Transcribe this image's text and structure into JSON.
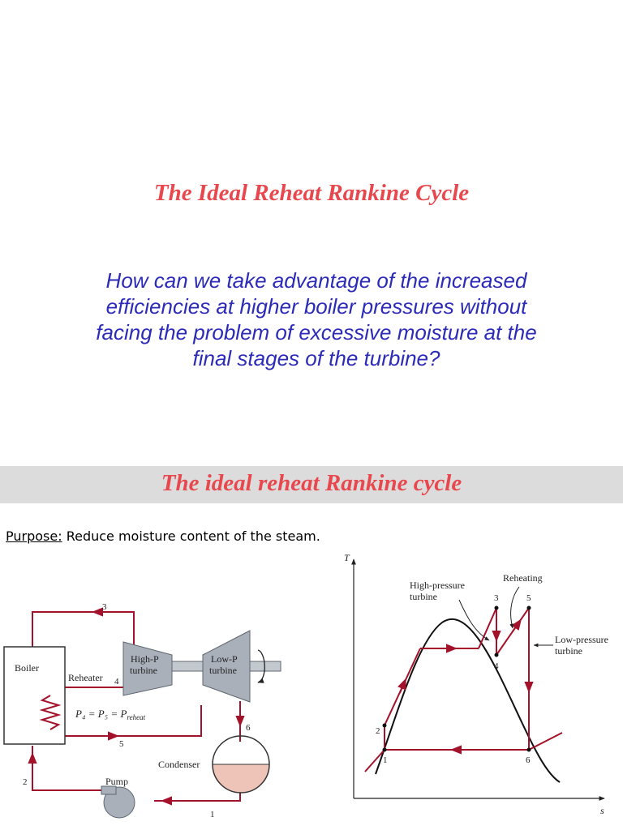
{
  "slide1": {
    "title": "The Ideal Reheat Rankine Cycle",
    "question": "How can we take advantage of the increased efficiencies at higher boiler pressures without facing the problem of excessive moisture at the final stages of the turbine?"
  },
  "slide2": {
    "title": "The ideal reheat Rankine cycle",
    "purpose_label": "Purpose:",
    "purpose_text": " Reduce moisture content of the steam."
  },
  "schematic": {
    "boiler": "Boiler",
    "reheater": "Reheater",
    "hp_turbine_line1": "High-P",
    "hp_turbine_line2": "turbine",
    "lp_turbine_line1": "Low-P",
    "lp_turbine_line2": "turbine",
    "condenser": "Condenser",
    "pump": "Pump",
    "pressure_relation": "P₄ = P₅ = P",
    "pressure_subscript": "reheat",
    "state_1": "1",
    "state_2": "2",
    "state_3": "3",
    "state_4": "4",
    "state_5": "5",
    "state_6": "6"
  },
  "ts_diagram": {
    "y_axis": "T",
    "x_axis": "s",
    "hp_label_line1": "High-pressure",
    "hp_label_line2": "turbine",
    "reheating": "Reheating",
    "lp_label_line1": "Low-pressure",
    "lp_label_line2": "turbine",
    "state_1": "1",
    "state_2": "2",
    "state_3": "3",
    "state_4": "4",
    "state_5": "5",
    "state_6": "6"
  },
  "colors": {
    "title_red": "#e8484d",
    "question_blue": "#2b2bb8",
    "pipe_crimson": "#a3122a",
    "condensate_pink": "#efc4b8"
  }
}
